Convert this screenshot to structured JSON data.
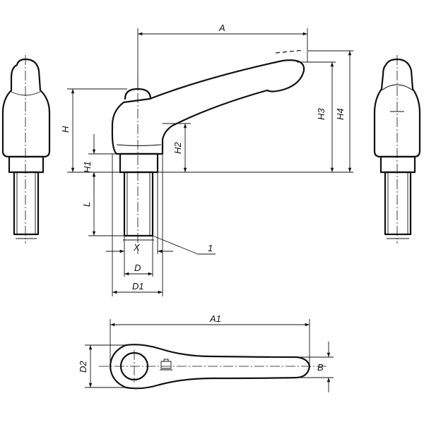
{
  "labels": {
    "A": "A",
    "A1": "A1",
    "H": "H",
    "H1": "H1",
    "H2": "H2",
    "H3": "H3",
    "H4": "H4",
    "L": "L",
    "X": "X",
    "D": "D",
    "D1": "D1",
    "D2": "D2",
    "B": "B",
    "callout": "1"
  },
  "colors": {
    "line": "#111111",
    "background": "#ffffff"
  },
  "icons": {
    "logo": "kipp-logo-icon"
  }
}
